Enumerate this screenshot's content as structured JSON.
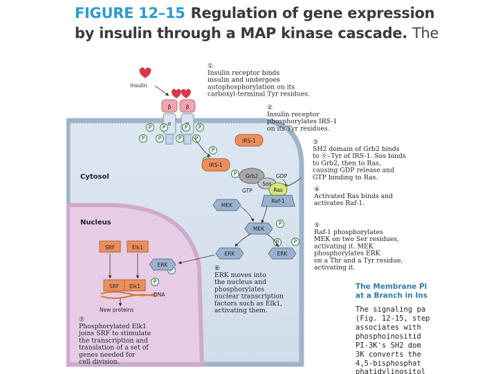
{
  "title": {
    "figure_label": "FIGURE 12–15",
    "line1_text": "Regulation of gene expression",
    "line2_text": "by insulin through a MAP kinase cascade.",
    "line2_tail": "The"
  },
  "diagram": {
    "insulin_label": "Insulin",
    "beta": "β",
    "alpha": "α",
    "p": "P",
    "cytosol_label": "Cytosol",
    "nucleus_label": "Nucleus",
    "irs1": "IRS-1",
    "grb2": "Grb2",
    "sos": "Sos",
    "gdp": "GDP",
    "gtp": "GTP",
    "ras": "Ras",
    "raf1": "Raf-1",
    "mek": "MEK",
    "erk": "ERK",
    "srf": "SRF",
    "elk1": "Elk1",
    "dna": "DNA",
    "new_proteins": "New proteins",
    "steps": [
      {
        "num": "①",
        "lines": [
          "Insulin receptor binds",
          "insulin and undergoes",
          "autophosphorylation on its",
          "carboxyl-terminal Tyr residues."
        ]
      },
      {
        "num": "②",
        "lines": [
          "Insulin receptor",
          "phosphorylates IRS-1",
          "on its Tyr residues."
        ]
      },
      {
        "num": "③",
        "lines": [
          "SH2 domain of Grb2 binds",
          "to ⓟ–Tyr of IRS-1. Sos binds",
          "to Grb2, then to Ras,",
          "causing GDP release and",
          "GTP binding to Ras."
        ]
      },
      {
        "num": "④",
        "lines": [
          "Activated Ras binds and",
          "activates Raf-1."
        ]
      },
      {
        "num": "⑤",
        "lines": [
          "Raf-1 phosphorylates",
          "MEK on two Ser residues,",
          "activating it. MEK",
          "phosphorylates ERK",
          "on a Thr and a Tyr residue,",
          "activating it."
        ]
      },
      {
        "num": "⑥",
        "lines": [
          "ERK moves into",
          "the nucleus and",
          "phosphorylates",
          "nuclear transcription",
          "factors such as Elk1,",
          "activating them."
        ]
      },
      {
        "num": "⑦",
        "lines": [
          "Phosphorylated Elk1",
          "joins SRF to stimulate",
          "the transcription and",
          "translation of a set of",
          "genes needed for",
          "cell division."
        ]
      }
    ]
  },
  "sidebar": {
    "heading_lines": [
      "The Membrane Pl",
      "at a Branch in Ins"
    ],
    "body_lines": [
      "The signaling pa",
      "(Fig. 12-15, step",
      "associates with",
      "phosphoinositid",
      "PI-3K's SH2 dom",
      "3K converts the",
      "4,5-bisphosphat",
      "phatidylinositol"
    ]
  },
  "colors": {
    "title_accent": "#2d9bcf",
    "cytosol": "#d5e1ef",
    "nucleus": "#e6cde5",
    "membrane": "#b8c9da",
    "protein_orange": "#ea8f5c",
    "protein_gray": "#9bb2ce",
    "p_green": "#3f9a55",
    "insulin_red": "#d9374a",
    "sidebar_heading": "#2f7da6"
  }
}
